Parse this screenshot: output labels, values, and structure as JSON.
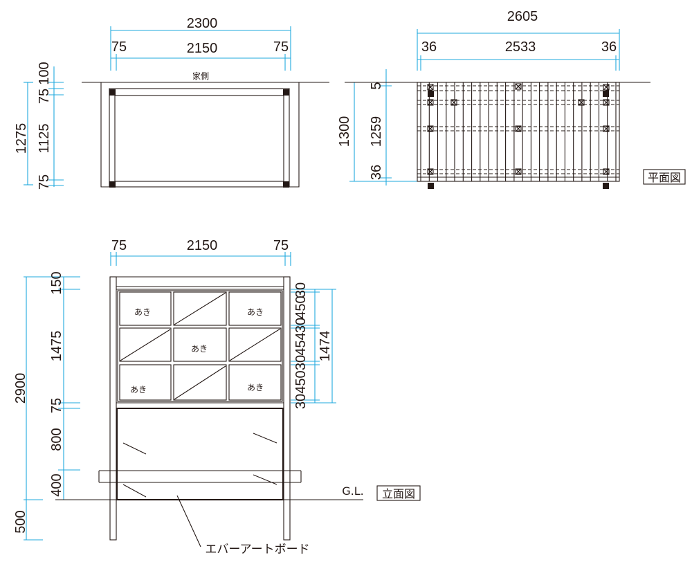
{
  "colors": {
    "dimension_line": "#1fa8de",
    "drawing_line": "#231815"
  },
  "plan_frame": {
    "wall_label": "家側",
    "dims_top": {
      "overall": "2300",
      "left": "75",
      "middle": "2150",
      "right": "75"
    },
    "dims_left": {
      "overall": "1275",
      "segments": [
        "100",
        "75",
        "1125",
        "75"
      ]
    }
  },
  "plan_deck": {
    "dims_top": {
      "overall": "2605",
      "left": "36",
      "middle": "2533",
      "right": "36"
    },
    "dims_left": {
      "overall": "1300",
      "segments": [
        "5",
        "1259",
        "36"
      ]
    },
    "view_label": "平面図"
  },
  "elevation": {
    "dims_top": {
      "left": "75",
      "middle": "2150",
      "right": "75"
    },
    "dims_left": {
      "overall": "2900",
      "below_ground": "500",
      "segments": [
        "150",
        "1475",
        "75",
        "800",
        "400"
      ]
    },
    "dims_right": {
      "overall": "1474",
      "segments": [
        "30",
        "450",
        "30",
        "454",
        "30",
        "450",
        "30"
      ]
    },
    "lattice_labels": [
      "あき",
      "あき",
      "あき",
      "あき",
      "あき"
    ],
    "ground_label": "G.L.",
    "board_label": "エバーアートボード",
    "view_label": "立面図"
  }
}
